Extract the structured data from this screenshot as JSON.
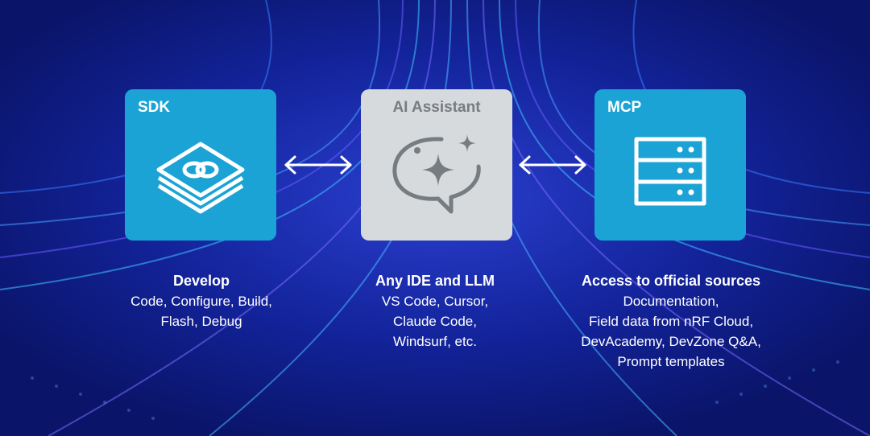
{
  "cards": {
    "sdk": {
      "label": "SDK",
      "icon": "linked-chips-icon",
      "color": "#1aa3d4"
    },
    "ai": {
      "label": "AI Assistant",
      "icon": "sparkle-chat-icon",
      "color": "#d6dadd"
    },
    "mcp": {
      "label": "MCP",
      "icon": "server-rack-icon",
      "color": "#1aa3d4"
    }
  },
  "captions": {
    "sdk": {
      "heading": "Develop",
      "lines": [
        "Code, Configure, Build,",
        "Flash, Debug"
      ]
    },
    "ai": {
      "heading": "Any IDE and LLM",
      "lines": [
        "VS Code, Cursor,",
        "Claude Code,",
        "Windsurf, etc."
      ]
    },
    "mcp": {
      "heading": "Access to official sources",
      "lines": [
        "Documentation,",
        "Field data from nRF Cloud,",
        "DevAcademy, DevZone Q&A,",
        "Prompt templates"
      ]
    }
  },
  "colors": {
    "background": "#0d1a78",
    "accent": "#1aa3d4",
    "text": "#ffffff"
  }
}
